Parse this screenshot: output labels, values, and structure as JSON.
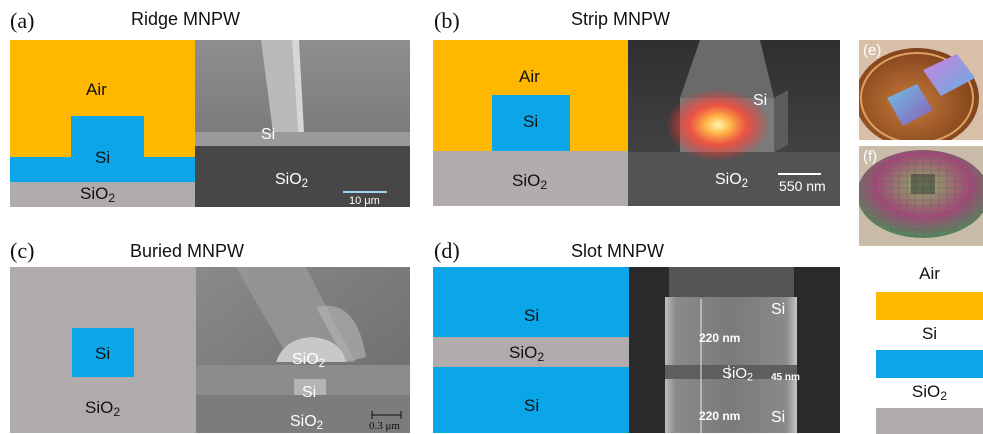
{
  "panels": {
    "a": {
      "label": "(a)",
      "title": "Ridge MNPW",
      "air": "Air",
      "si": "Si",
      "sio2_base": "SiO",
      "sio2_sub": "2",
      "sem_si": "Si",
      "sem_sio2_base": "SiO",
      "sem_sio2_sub": "2",
      "scale": "10 μm"
    },
    "b": {
      "label": "(b)",
      "title": "Strip MNPW",
      "air": "Air",
      "si": "Si",
      "sio2_base": "SiO",
      "sio2_sub": "2",
      "sem_si": "Si",
      "sem_sio2_base": "SiO",
      "sem_sio2_sub": "2",
      "scale": "550 nm"
    },
    "c": {
      "label": "(c)",
      "title": "Buried MNPW",
      "si": "Si",
      "sio2_base": "SiO",
      "sio2_sub": "2",
      "sem_sio2_top_base": "SiO",
      "sem_sio2_top_sub": "2",
      "sem_si": "Si",
      "sem_sio2_bot_base": "SiO",
      "sem_sio2_bot_sub": "2",
      "scale": "0.3 μm"
    },
    "d": {
      "label": "(d)",
      "title": "Slot MNPW",
      "si_top": "Si",
      "sio2_base": "SiO",
      "sio2_sub": "2",
      "si_bottom": "Si",
      "sem_si_top": "Si",
      "sem_h_top": "220 nm",
      "sem_sio2_base": "SiO",
      "sem_sio2_sub": "2",
      "sem_gap": "45 nm",
      "sem_h_bottom": "220 nm",
      "sem_si_bottom": "Si"
    },
    "e": {
      "label": "(e)"
    },
    "f": {
      "label": "(f)"
    }
  },
  "legend": {
    "air": "Air",
    "si": "Si",
    "sio2_base": "SiO",
    "sio2_sub": "2"
  },
  "colors": {
    "air": "#ffb700",
    "si": "#0aa6e8",
    "sio2": "#b0acac"
  }
}
